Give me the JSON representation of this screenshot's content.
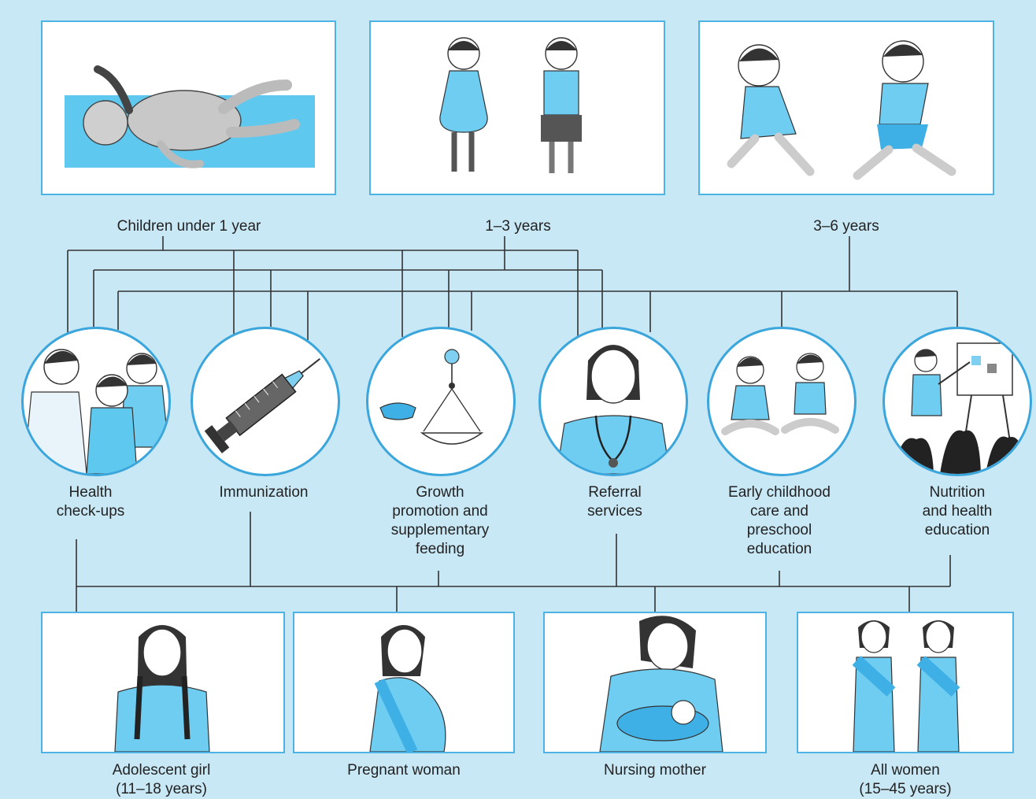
{
  "age_groups": [
    {
      "label": "Children under 1 year"
    },
    {
      "label": "1–3 years"
    },
    {
      "label": "3–6 years"
    }
  ],
  "services": [
    {
      "lines": [
        "Health",
        "check-ups"
      ],
      "icon": "doctor-with-children-icon"
    },
    {
      "lines": [
        "Immunization"
      ],
      "icon": "syringe-icon"
    },
    {
      "lines": [
        "Growth",
        "promotion and",
        "supplementary",
        "feeding"
      ],
      "icon": "weighing-scale-icon"
    },
    {
      "lines": [
        "Referral",
        "services"
      ],
      "icon": "health-worker-icon"
    },
    {
      "lines": [
        "Early childhood",
        "care and",
        "preschool",
        "education"
      ],
      "icon": "children-sitting-icon"
    },
    {
      "lines": [
        "Nutrition",
        "and health",
        "education"
      ],
      "icon": "teacher-board-icon"
    }
  ],
  "women_groups": [
    {
      "lines": [
        "Adolescent girl",
        "(11–18 years)"
      ],
      "icon": "adolescent-girl-icon"
    },
    {
      "lines": [
        "Pregnant woman"
      ],
      "icon": "pregnant-woman-icon"
    },
    {
      "lines": [
        "Nursing mother"
      ],
      "icon": "nursing-mother-icon"
    },
    {
      "lines": [
        "All women",
        "(15–45 years)"
      ],
      "icon": "women-pair-icon"
    }
  ],
  "colors": {
    "background": "#c9e8f6",
    "accent": "#4cb3e4",
    "fill": "#7fd0f0",
    "line": "#333333"
  }
}
